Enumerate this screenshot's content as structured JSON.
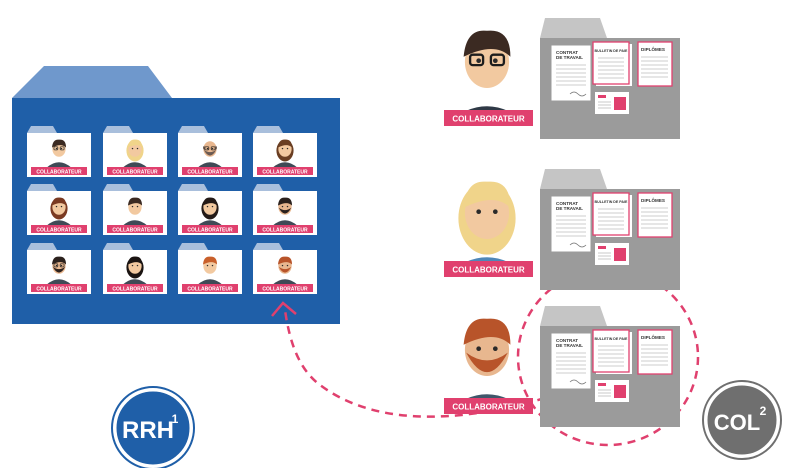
{
  "collaborator_label": "COLLABORATEUR",
  "rrh_badge": {
    "text": "RRH",
    "sup": "1"
  },
  "col_badge": {
    "text": "COL",
    "sup": "2"
  },
  "documents": {
    "contract": "CONTRAT DE TRAVAIL",
    "contract_line1": "CONTRAT",
    "contract_line2": "DE TRAVAIL",
    "payslip": "BULLETIN DE PAIE",
    "diplomas": "DIPLÔMES",
    "id_card": "ID CARD"
  },
  "colors": {
    "folder_blue": "#1f5fa8",
    "folder_tab": "#6f98cc",
    "mini_tab": "#a9bfdc",
    "label_pink": "#e0406e",
    "grey_folder": "#9b9b9b",
    "grey_tab": "#c5c5c5",
    "dashed_pink": "#e0406e",
    "rrh_circle": "#1f5fa8",
    "col_circle": "#6f6f6f"
  },
  "grid_avatars": [
    "man-glasses-avatar",
    "blonde-woman-avatar",
    "bald-man-avatar",
    "brunette-woman-avatar",
    "brown-hair-woman-avatar",
    "man-short-hair-avatar",
    "black-hair-woman-avatar",
    "bearded-man-avatar",
    "bearded-glasses-man-avatar",
    "asian-woman-avatar",
    "redhead-man-avatar",
    "red-beard-man-avatar"
  ],
  "collaborators": [
    {
      "avatar": "man-glasses-avatar"
    },
    {
      "avatar": "blonde-woman-avatar"
    },
    {
      "avatar": "red-beard-man-avatar"
    }
  ]
}
